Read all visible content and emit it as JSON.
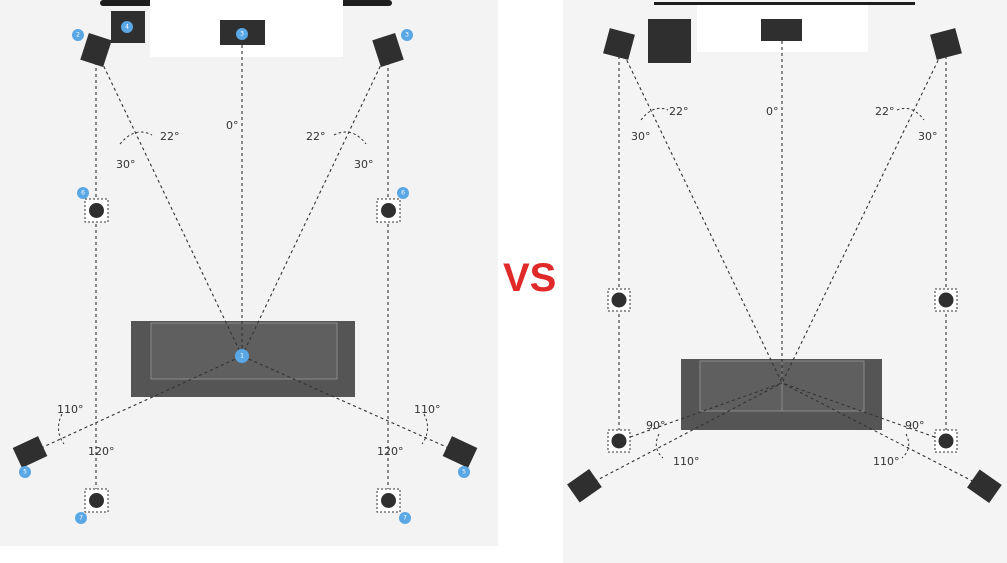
{
  "comparison_label": "VS",
  "colors": {
    "badge": "#5aa7e6",
    "speaker": "#2f2f2f",
    "sofa": "#555555",
    "vs": "#e02a2a"
  },
  "left": {
    "angle_center": "0°",
    "angle_front_inner": "22°",
    "angle_front_outer": "30°",
    "angle_surround_inner": "110°",
    "angle_surround_outer": "120°",
    "badges": [
      "2",
      "4",
      "3",
      "3",
      "6",
      "6",
      "1",
      "5",
      "5",
      "7",
      "7"
    ]
  },
  "right": {
    "angle_center": "0°",
    "angle_front_inner": "22°",
    "angle_front_outer": "30°",
    "angle_side": "90°",
    "angle_rear": "110°"
  }
}
